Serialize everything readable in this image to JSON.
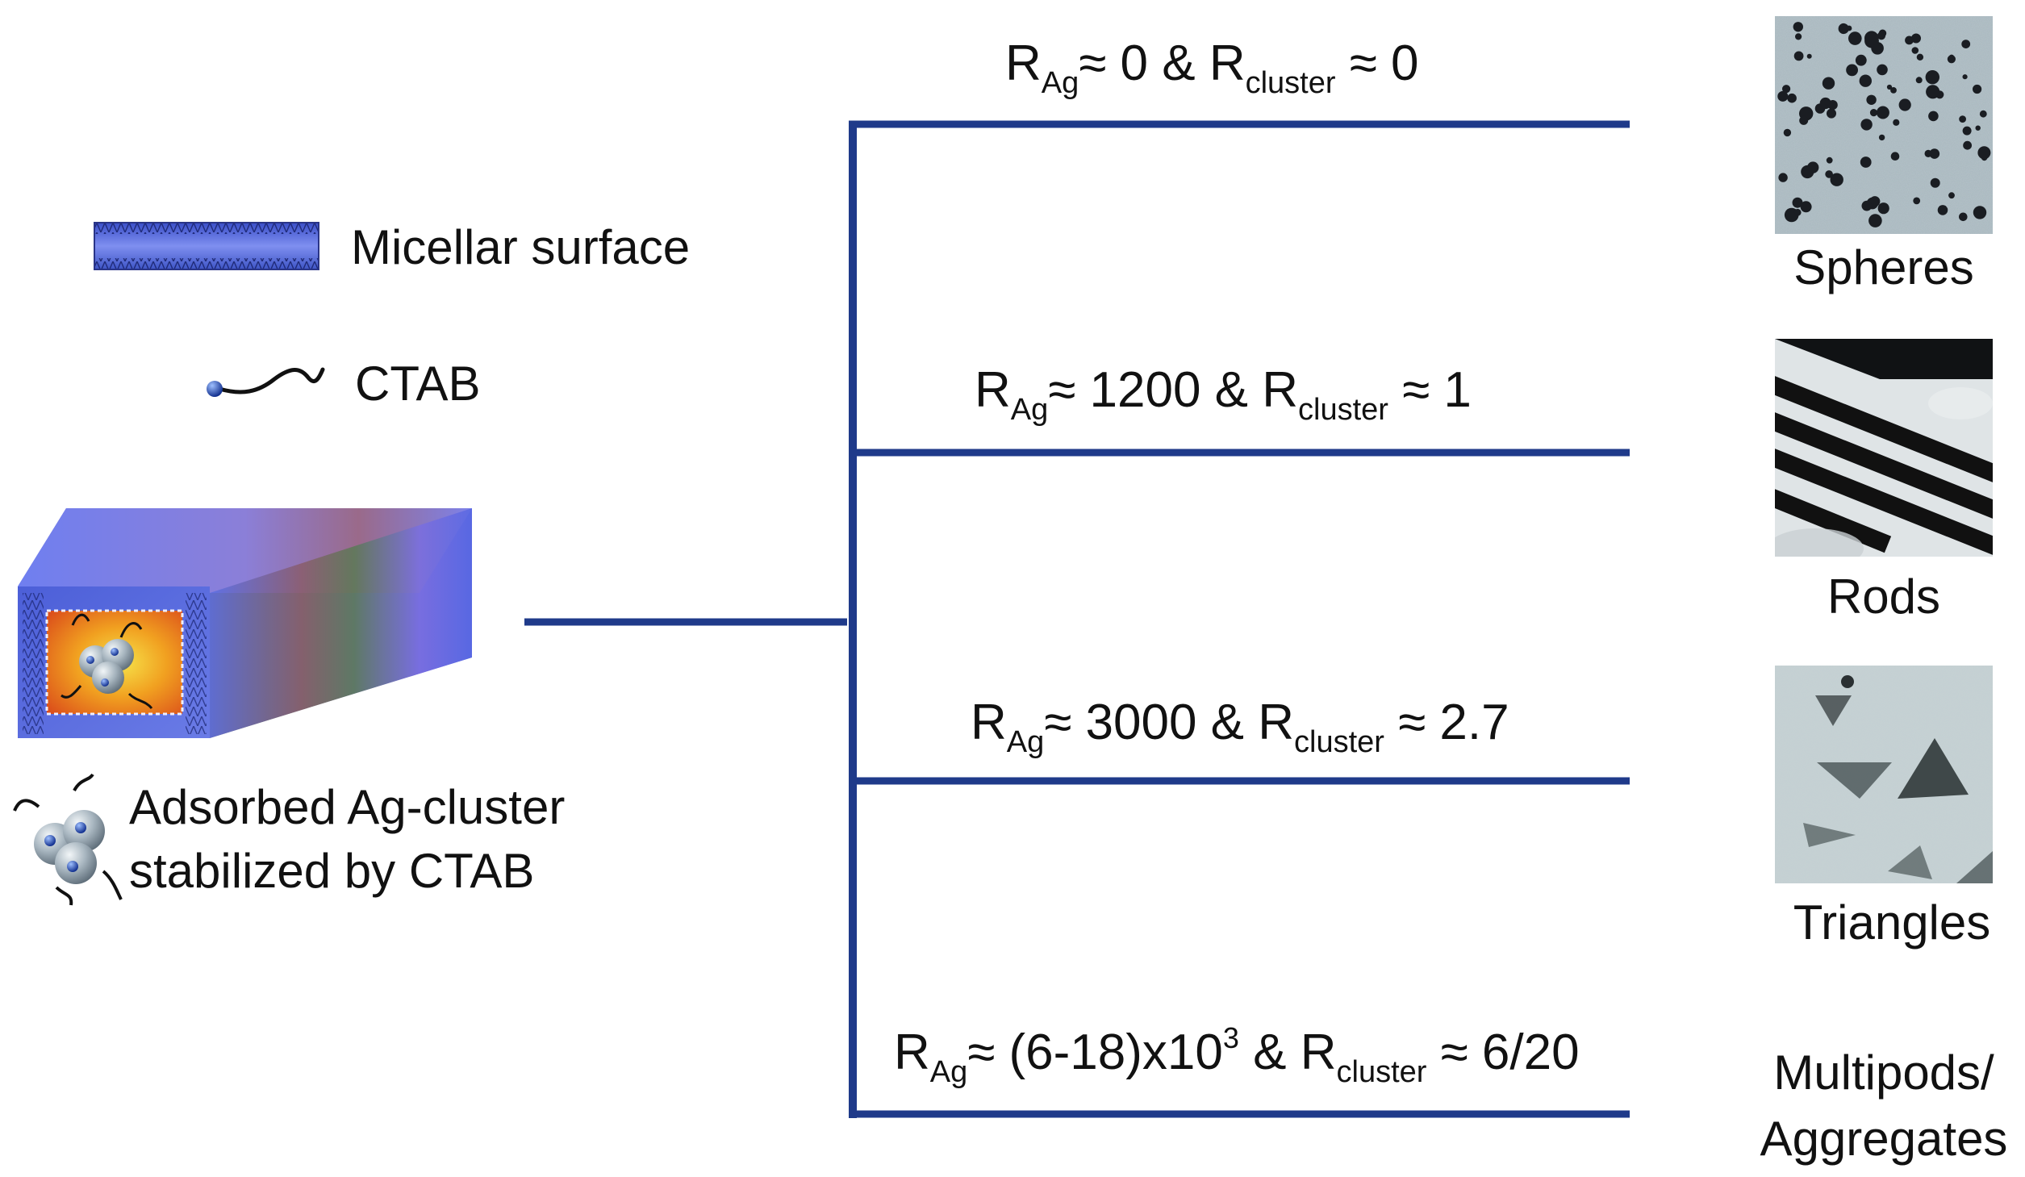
{
  "legend": {
    "micellar_surface": "Micellar surface",
    "ctab": "CTAB",
    "cluster_line1": "Adsorbed Ag-cluster",
    "cluster_line2": "stabilized by CTAB"
  },
  "branches": [
    {
      "R": "R",
      "ag_sub": "Ag",
      "ag_val": "≈ 0 & ",
      "R2": "R",
      "cl_sub": "cluster",
      "cl_val": " ≈ 0",
      "shape": "Spheres"
    },
    {
      "R": "R",
      "ag_sub": "Ag",
      "ag_val": "≈ 1200 & ",
      "R2": "R",
      "cl_sub": "cluster",
      "cl_val": " ≈ 1",
      "shape": "Rods"
    },
    {
      "R": "R",
      "ag_sub": "Ag",
      "ag_val": "≈ 3000 & ",
      "R2": "R",
      "cl_sub": "cluster",
      "cl_val": " ≈ 2.7",
      "shape": "Triangles"
    },
    {
      "R": "R",
      "ag_sub": "Ag",
      "ag_pre": "≈ (6-18)x10",
      "ag_sup": "3",
      "ag_post": " & ",
      "R2": "R",
      "cl_sub": "cluster",
      "cl_val": " ≈ 6/20",
      "shape_line1": "Multipods/",
      "shape_line2": "Aggregates"
    }
  ],
  "colors": {
    "line": "#1f3a8a",
    "micelle_blue": "#5a6fe0",
    "cluster_gray": "#8a9aa6",
    "ctab_head": "#1e3fa8"
  },
  "icons": {
    "micellar": "micellar-surface-icon",
    "ctab": "ctab-molecule-icon",
    "cluster": "ag-cluster-icon"
  }
}
